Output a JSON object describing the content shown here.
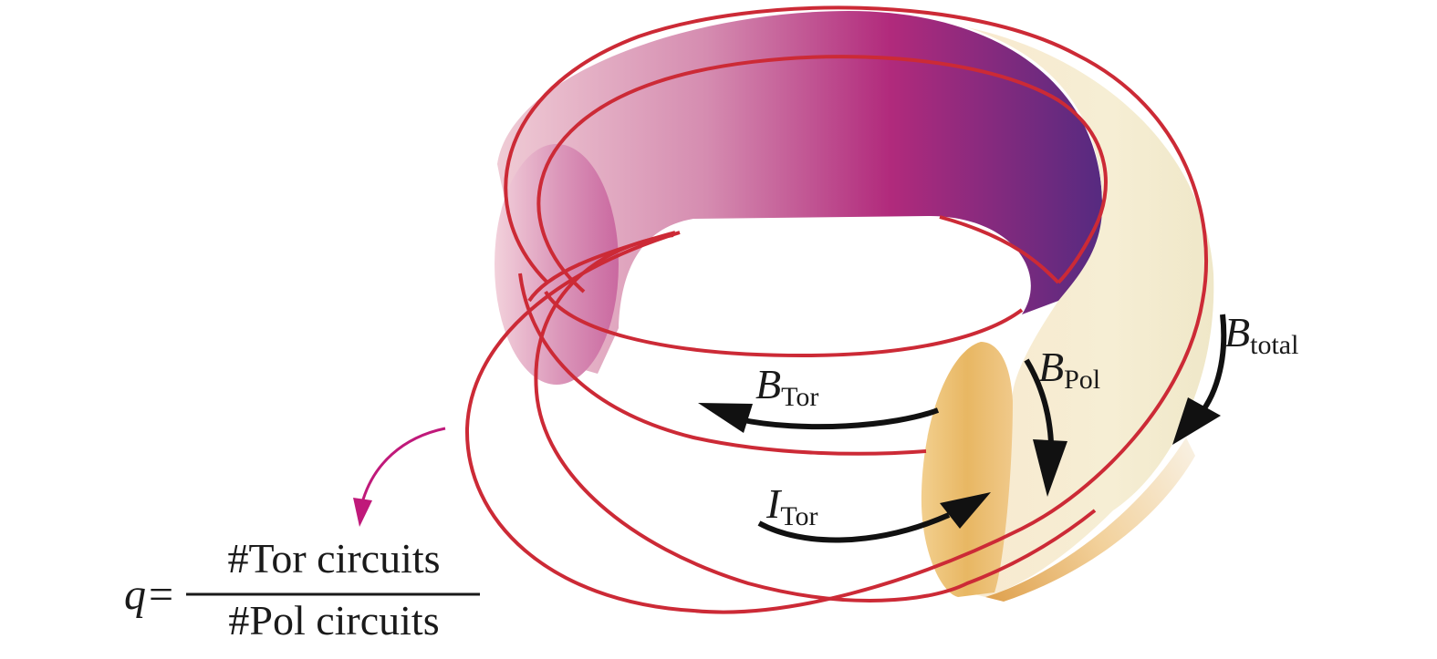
{
  "labels": {
    "b_total": {
      "symbol": "B",
      "subscript": "total"
    },
    "b_pol": {
      "symbol": "B",
      "subscript": "Pol"
    },
    "b_tor": {
      "symbol": "B",
      "subscript": "Tor"
    },
    "i_tor": {
      "symbol": "I",
      "subscript": "Tor"
    }
  },
  "formula": {
    "lhs": "q",
    "equals": "=",
    "numerator": "#Tor circuits",
    "denominator": "#Pol circuits"
  },
  "colors": {
    "field_line": "#cc2a36",
    "arrow": "#111111",
    "pointer_arrow": "#c0197a",
    "surface_inner_dark": "#552a80",
    "surface_inner_mid": "#b02a7c",
    "surface_inner_light": "#ecc0cf",
    "surface_outer": "#f6eed6",
    "cross_section": "#e1a94e"
  }
}
